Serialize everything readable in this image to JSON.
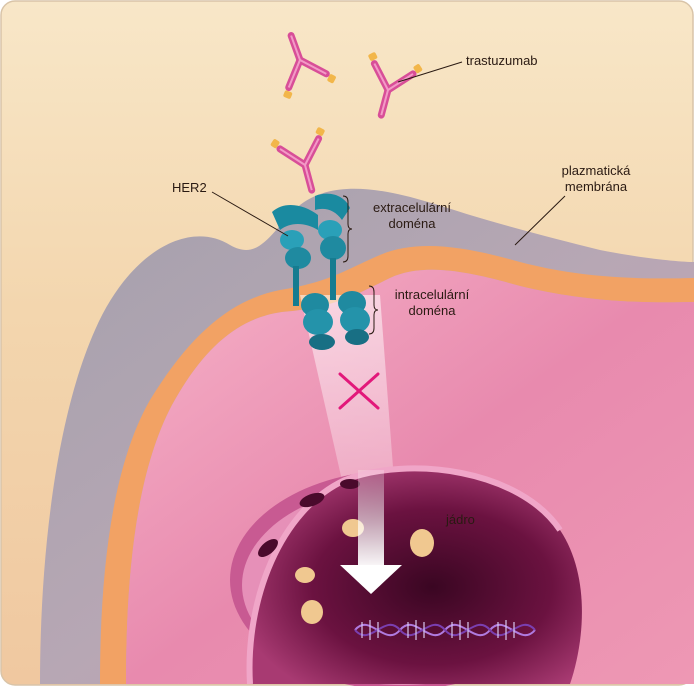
{
  "labels": {
    "trastuzumab": "trastuzumab",
    "her2": "HER2",
    "extracellular_line1": "extracelulární",
    "extracellular_line2": "doména",
    "intracellular_line1": "intracelulární",
    "intracellular_line2": "doména",
    "membrane_line1": "plazmatická",
    "membrane_line2": "membrána",
    "nucleus": "jádro"
  },
  "colors": {
    "background_top": "#f7e2bf",
    "membrane": "#f0a060",
    "cytoplasm": "#f0a0b8",
    "nucleus": "#7a1848",
    "receptor": "#1f8aa0",
    "antibody": "#e0529a",
    "block_mark": "#e2187a",
    "dna": "#8a4bb8"
  },
  "icons": {
    "antibody": "antibody-icon",
    "receptor": "her2-receptor-icon",
    "block": "x-block-icon",
    "signal_arrow": "signal-arrow-icon",
    "dna": "dna-helix-icon"
  }
}
